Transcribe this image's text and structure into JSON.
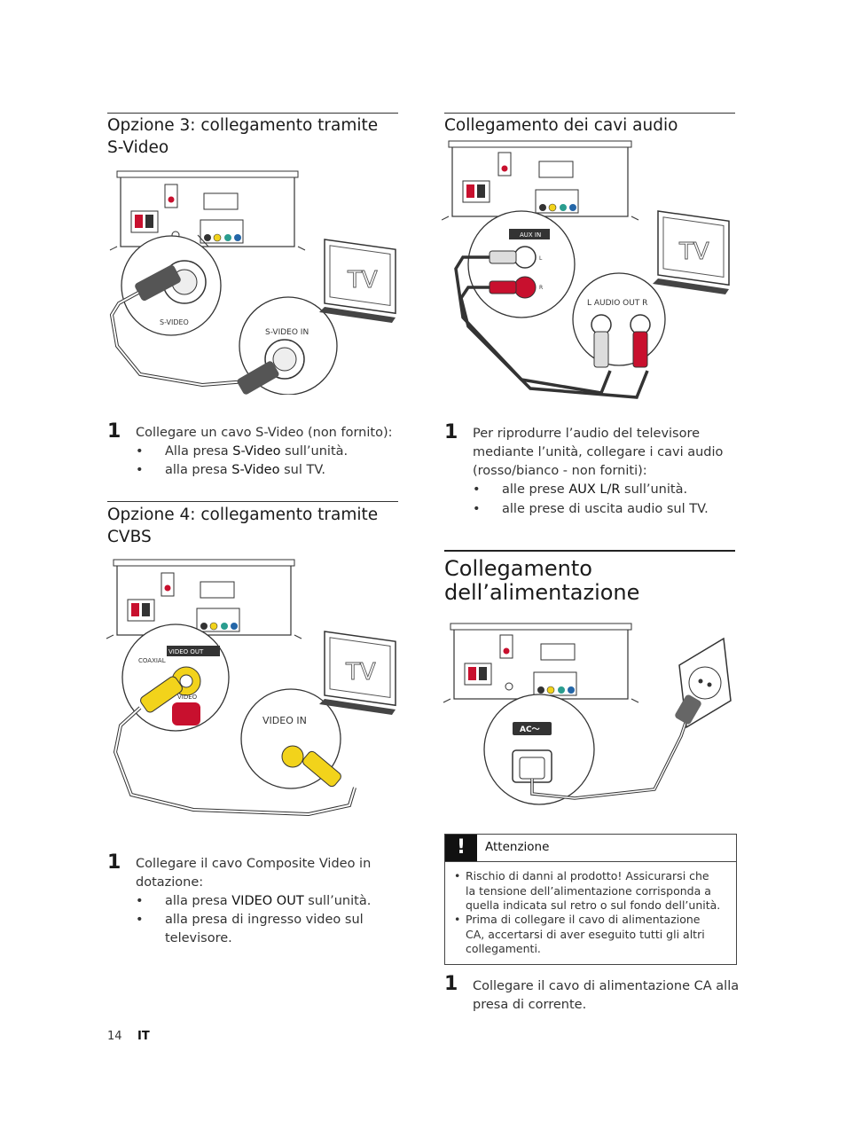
{
  "option3": {
    "title_line1": "Opzione 3: collegamento tramite",
    "title_line2": "S-Video",
    "diagram": {
      "svideo_label": "S-VIDEO",
      "svideo_in_label": "S-VIDEO IN",
      "tv_label": "TV"
    },
    "step": {
      "number": "1",
      "text": "Collegare un cavo S-Video (non fornito):",
      "bullets": [
        {
          "prefix": "Alla presa ",
          "keyword": "S-Video",
          "suffix": " sull’unità."
        },
        {
          "prefix": "alla presa ",
          "keyword": "S-Video",
          "suffix": " sul TV."
        }
      ]
    }
  },
  "option4": {
    "title_line1": "Opzione 4: collegamento tramite",
    "title_line2": "CVBS",
    "diagram": {
      "coaxial_label": "COAXIAL",
      "video_out_label": "VIDEO OUT",
      "video_label": "VIDEO",
      "video_in_label": "VIDEO  IN",
      "tv_label": "TV"
    },
    "step": {
      "number": "1",
      "text_line1": "Collegare il cavo Composite Video in",
      "text_line2": "dotazione:",
      "bullets": [
        {
          "prefix": "alla presa ",
          "keyword": "VIDEO OUT",
          "suffix": " sull’unità."
        },
        {
          "line1": "alla presa di ingresso video sul",
          "line2": "televisore."
        }
      ]
    }
  },
  "audio": {
    "title": "Collegamento dei cavi audio",
    "diagram": {
      "aux_in_label": "AUX IN",
      "l_label": "L",
      "r_label": "R",
      "audio_out_label": "L  AUDIO OUT  R",
      "tv_label": "TV"
    },
    "step": {
      "number": "1",
      "lines": [
        "Per riprodurre l’audio del televisore",
        "mediante l’unità, collegare i cavi audio",
        "(rosso/bianco - non forniti):"
      ],
      "bullets": [
        {
          "prefix": "alle prese ",
          "keyword": "AUX L/R",
          "suffix": " sull’unità."
        },
        {
          "line1": "alle prese di uscita audio sul TV."
        }
      ]
    }
  },
  "power": {
    "title_line1": "Collegamento",
    "title_line2": "dell’alimentazione",
    "diagram": {
      "ac_label": "AC～"
    },
    "caution": {
      "icon": "exclamation-icon",
      "title": "Attenzione",
      "items": [
        [
          "Rischio di danni al prodotto! Assicurarsi che",
          "la tensione dell’alimentazione corrisponda a",
          "quella indicata sul retro o sul fondo dell’unità."
        ],
        [
          "Prima di collegare il cavo di alimentazione",
          "CA, accertarsi di aver eseguito tutti gli altri",
          "collegamenti."
        ]
      ]
    },
    "step": {
      "number": "1",
      "line1": "Collegare il cavo di alimentazione CA alla",
      "line2": "presa di corrente."
    }
  },
  "footer": {
    "page_number": "14",
    "lang": "IT"
  },
  "colors": {
    "yellow_plug": "#f2d31b",
    "red_plug": "#c8102e",
    "text": "#333333"
  }
}
